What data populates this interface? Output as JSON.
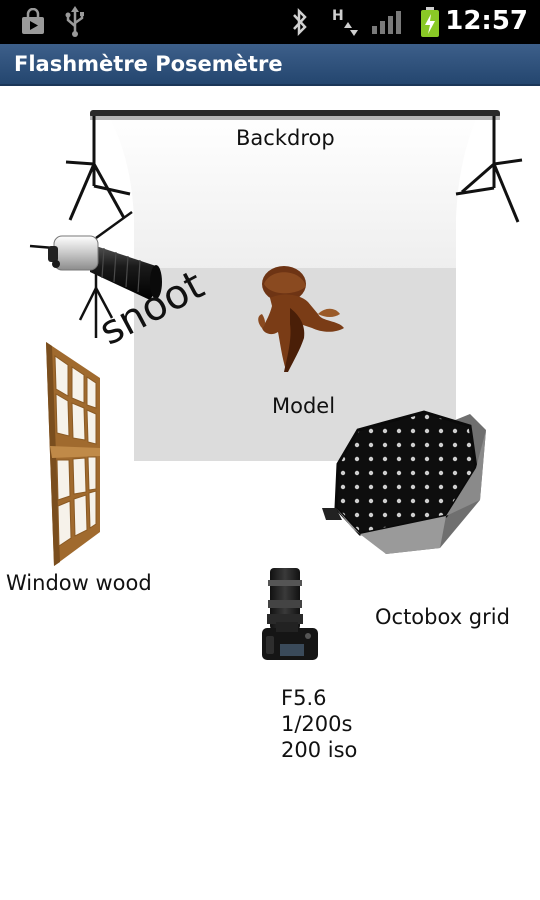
{
  "status_bar": {
    "time": "12:57",
    "icons": [
      "shopping-bag-icon",
      "usb-icon",
      "bluetooth-icon",
      "hspa-data-icon",
      "signal-icon",
      "battery-charging-icon"
    ]
  },
  "app": {
    "title": "Flashmètre Posemètre"
  },
  "scene": {
    "backdrop_label": "Backdrop",
    "model_label": "Model",
    "snoot_label": "snoot",
    "window_label": "Window wood",
    "octobox_label": "Octobox grid",
    "exposure": {
      "aperture": "F5.6",
      "shutter": "1/200s",
      "iso": "200 iso"
    }
  },
  "colors": {
    "title_bar": "#2e5079",
    "backdrop": "#dcdcdc",
    "wood": "#b07a3c"
  }
}
